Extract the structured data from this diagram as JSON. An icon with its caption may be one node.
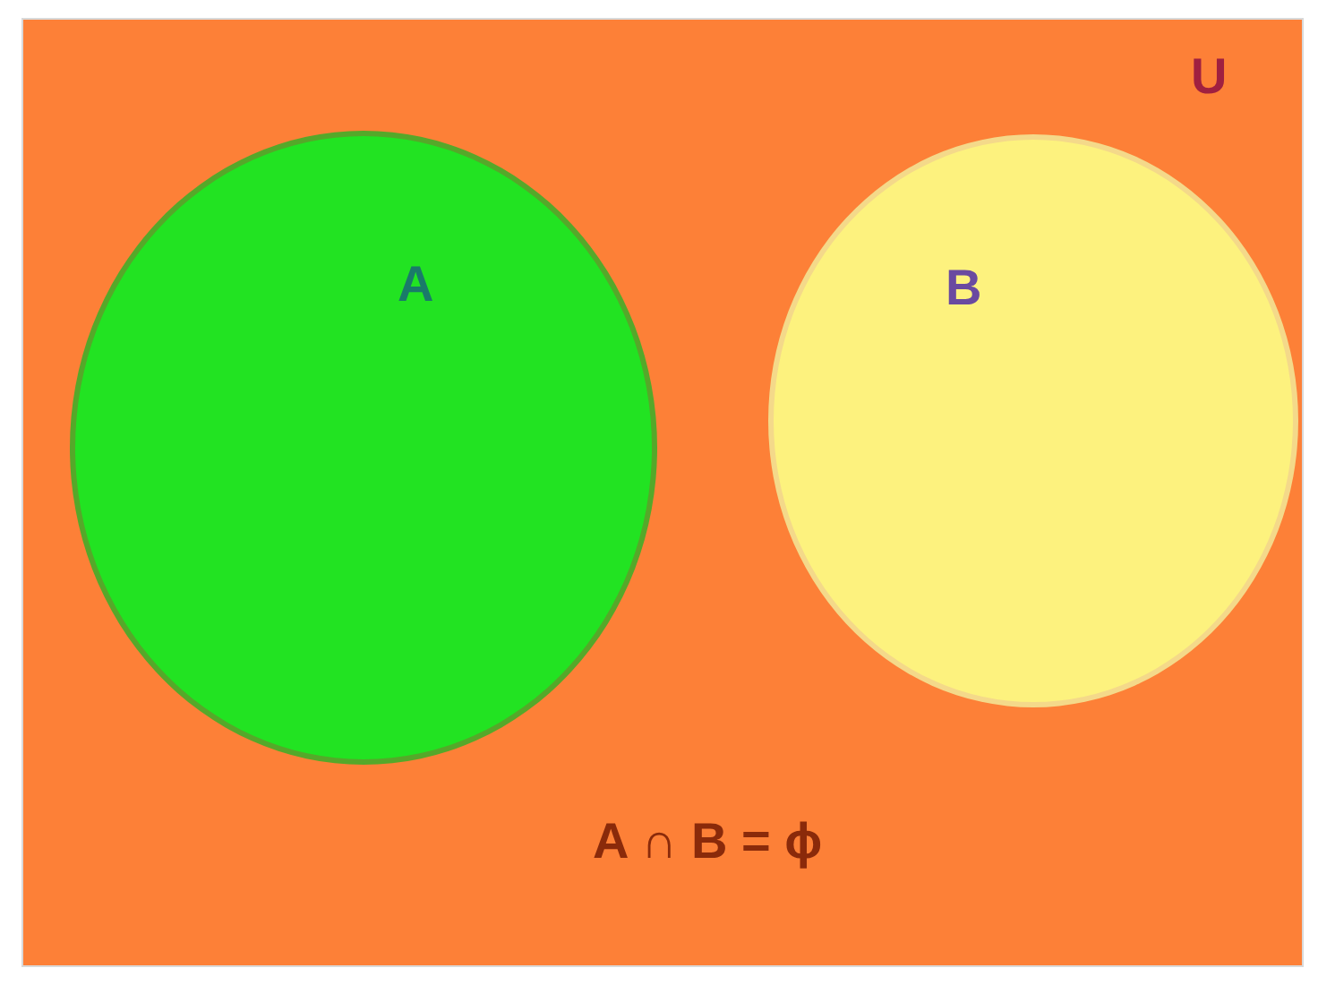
{
  "diagram": {
    "nodes": [
      {
        "text": [
          "U"
        ]
      },
      {
        "text": [
          "A"
        ],
        "in": 0
      },
      {
        "text": [
          "B"
        ],
        "in": 0
      }
    ],
    "labels": [
      "A ∩ B = ϕ"
    ]
  }
}
